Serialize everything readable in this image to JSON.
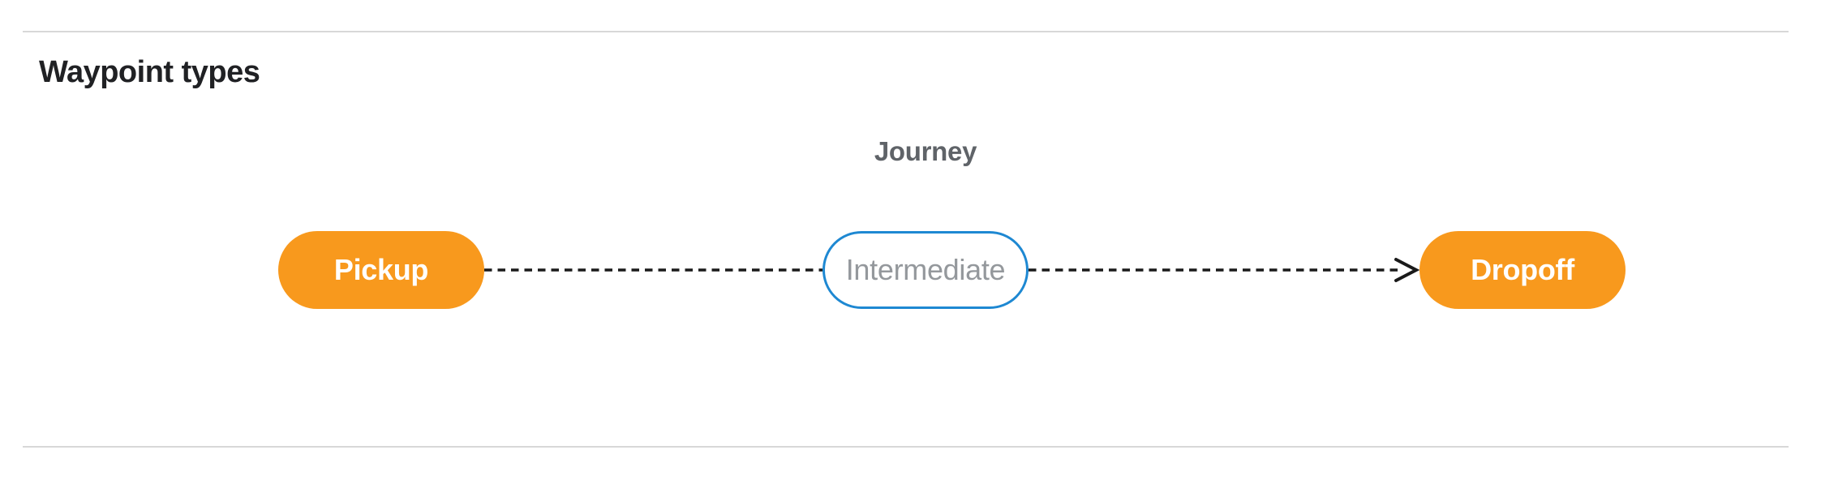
{
  "page": {
    "title": "Waypoint types"
  },
  "diagram": {
    "group_label": "Journey",
    "nodes": [
      {
        "id": "pickup",
        "label": "Pickup",
        "style": "filled"
      },
      {
        "id": "intermediate",
        "label": "Intermediate",
        "style": "outlined"
      },
      {
        "id": "dropoff",
        "label": "Dropoff",
        "style": "filled"
      }
    ],
    "edges": [
      {
        "from": "pickup",
        "to": "intermediate",
        "style": "dashed",
        "arrowhead": false
      },
      {
        "from": "intermediate",
        "to": "dropoff",
        "style": "dashed",
        "arrowhead": true
      }
    ],
    "colors": {
      "node_fill": "#F8991D",
      "node_text": "#FFFFFF",
      "outlined_border": "#1E88D2",
      "outlined_text": "#94989C",
      "edge": "#1A1A1A",
      "group_label_text": "#5F6368",
      "heading_text": "#202124",
      "divider": "#D8D8D8"
    }
  }
}
